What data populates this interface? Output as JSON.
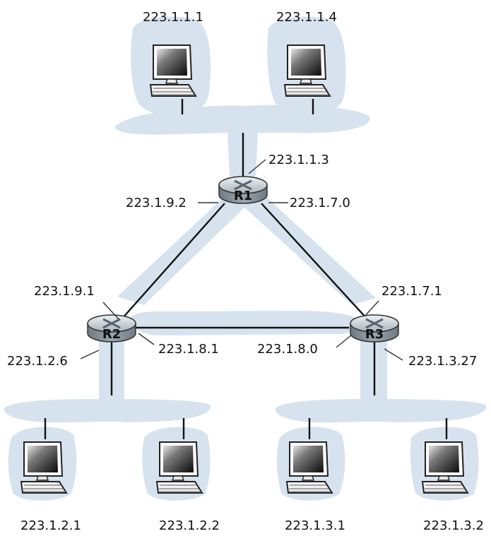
{
  "routers": [
    {
      "id": "r1",
      "label": "R1"
    },
    {
      "id": "r2",
      "label": "R2"
    },
    {
      "id": "r3",
      "label": "R3"
    }
  ],
  "hosts": [
    {
      "id": "h1",
      "address": "223.1.1.1"
    },
    {
      "id": "h2",
      "address": "223.1.1.4"
    },
    {
      "id": "h3",
      "address": "223.1.2.1"
    },
    {
      "id": "h4",
      "address": "223.1.2.2"
    },
    {
      "id": "h5",
      "address": "223.1.3.1"
    },
    {
      "id": "h6",
      "address": "223.1.3.2"
    }
  ],
  "interfaces": {
    "r1_top": "223.1.1.3",
    "r1_left": "223.1.9.2",
    "r1_right": "223.1.7.0",
    "r2_top": "223.1.9.1",
    "r2_right": "223.1.8.1",
    "r2_bottom": "223.1.2.6",
    "r3_top": "223.1.7.1",
    "r3_left": "223.1.8.0",
    "r3_bottom": "223.1.3.27"
  },
  "colors": {
    "network_fill": "#d6e3ef",
    "router_body": "#8f9aa3",
    "wire": "#111111"
  }
}
